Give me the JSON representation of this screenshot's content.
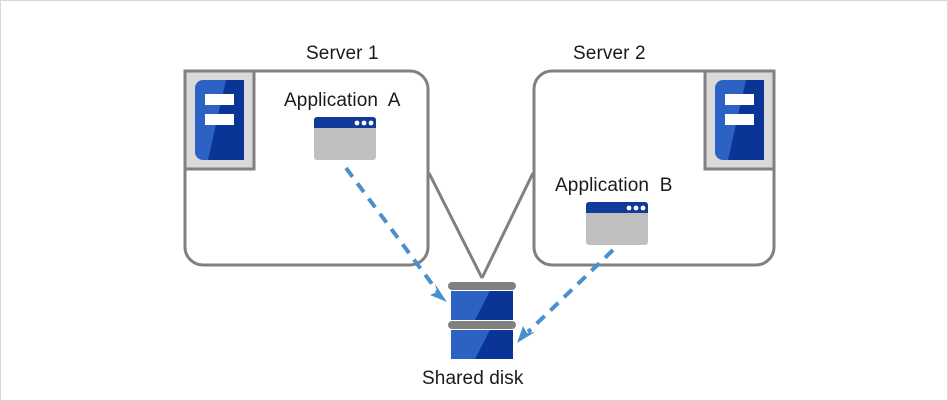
{
  "diagram": {
    "title": "Two-server shared disk cluster diagram",
    "colors": {
      "outline_gray": "#808080",
      "icon_frame_gray": "#d9d9d9",
      "icon_frame_border": "#808080",
      "blue_light": "#2c62c4",
      "blue_dark": "#0a3496",
      "window_body_gray": "#bfbfbf",
      "window_title_blue": "#123a9b",
      "arrow_blue": "#4a8fce",
      "disk_bar_gray": "#808080",
      "page_border": "#d8d8d8",
      "text": "#1a1a1a"
    },
    "nodes": [
      {
        "id": "server-1",
        "label": "Server 1",
        "app_label": "Application  A",
        "icon_name": "server-icon",
        "app_icon_name": "application-window-icon"
      },
      {
        "id": "server-2",
        "label": "Server 2",
        "app_label": "Application  B",
        "icon_name": "server-icon",
        "app_icon_name": "application-window-icon"
      }
    ],
    "storage": {
      "id": "shared-disk",
      "label": "Shared disk",
      "icon_name": "disk-stack-icon",
      "platters": 2
    },
    "connectors": [
      {
        "id": "server-1-to-disk",
        "style": "solid",
        "color": "#808080"
      },
      {
        "id": "server-2-to-disk",
        "style": "solid",
        "color": "#808080"
      },
      {
        "id": "app-a-to-disk",
        "style": "dashed",
        "color": "#4a8fce",
        "arrowhead": "end"
      },
      {
        "id": "app-b-to-disk",
        "style": "dashed",
        "color": "#4a8fce",
        "arrowhead": "end"
      }
    ]
  }
}
